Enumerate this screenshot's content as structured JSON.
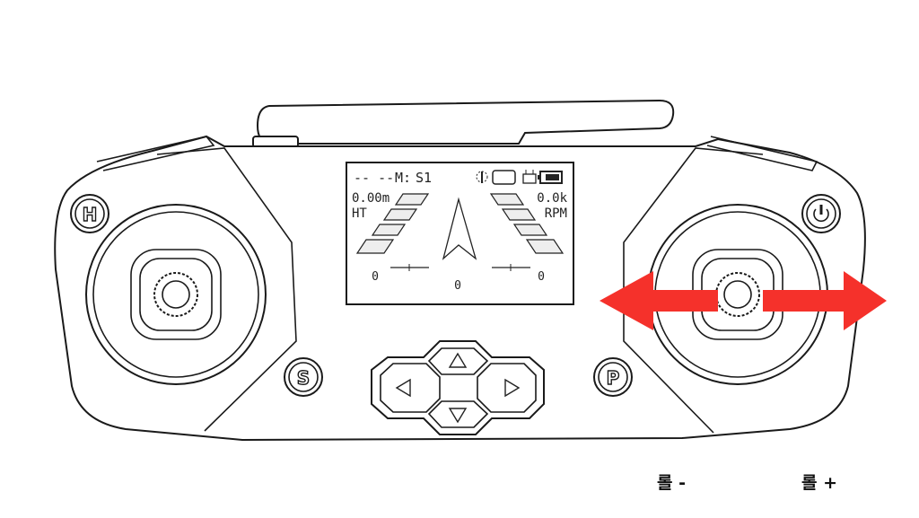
{
  "screen": {
    "mode_left": "-- --",
    "mode_m": "M:",
    "mode_s": "S1",
    "height_value": "0.00m",
    "height_label": "HT",
    "rpm_value": "0.0k",
    "rpm_label": "RPM",
    "left_trim": "0",
    "center_value": "0",
    "right_trim": "0"
  },
  "buttons": {
    "h": "H",
    "s": "S",
    "p": "P"
  },
  "labels": {
    "roll_minus": "롤 -",
    "roll_plus": "롤 +"
  },
  "colors": {
    "arrow": "#f5312b"
  }
}
